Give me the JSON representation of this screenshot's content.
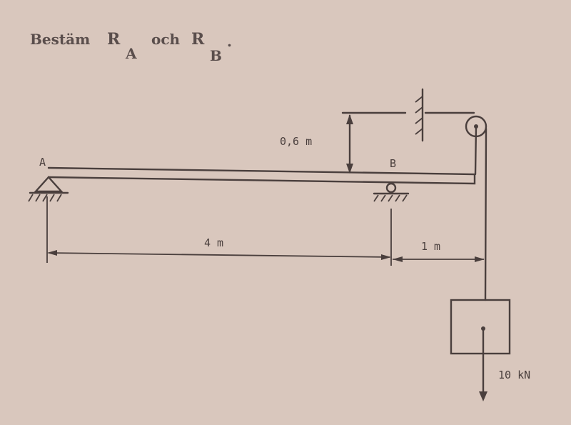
{
  "title": {
    "prefix": "Bestäm",
    "r1": "R",
    "r1_sub": "A",
    "mid": "och",
    "r2": "R",
    "r2_sub": "B",
    "suffix": "."
  },
  "labels": {
    "point_a": "A",
    "point_b": "B",
    "height": "0,6 m",
    "span_ab": "4 m",
    "overhang": "1 m",
    "load": "10 kN"
  },
  "colors": {
    "background": "#d9c7bd",
    "ink": "#4a3f3d"
  }
}
